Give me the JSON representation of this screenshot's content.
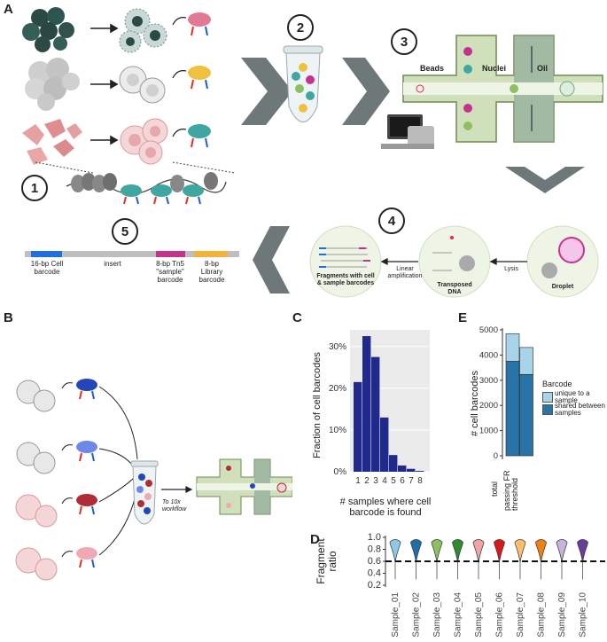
{
  "panels": {
    "A": "A",
    "B": "B",
    "C": "C",
    "D": "D",
    "E": "E"
  },
  "steps": [
    "1",
    "2",
    "3",
    "4",
    "5"
  ],
  "channel_labels": {
    "beads": "Beads",
    "nuclei": "Nuclei",
    "oil": "Oil"
  },
  "step4_labels": {
    "fragments": "Fragments with cell & sample barcodes",
    "linear": "Linear amplification",
    "transposed": "Transposed DNA",
    "lysis": "Lysis",
    "droplet": "Droplet"
  },
  "read_segments": {
    "cell_barcode": "16-bp Cell barcode",
    "insert": "insert",
    "tn5": "8-bp Tn5 \"sample\" barcode",
    "library": "8-bp Library barcode"
  },
  "workflow_label": "To 10x workflow",
  "colors": {
    "cell_barcode": "#1e6fe0",
    "tn5": "#c4338e",
    "library": "#f2b13a",
    "hist_bar": "#1f2a8c",
    "unique": "#a9d3e8",
    "shared": "#2873a8"
  },
  "chart_data": [
    {
      "type": "bar",
      "categories": [
        "1",
        "2",
        "3",
        "4",
        "5",
        "6",
        "7",
        "8"
      ],
      "values": [
        21.5,
        32.5,
        27.5,
        13,
        4,
        1.5,
        0.7,
        0.2
      ],
      "ylabel": "Fraction of cell barcodes",
      "xlabel": "# samples where cell barcode is found",
      "yticks": [
        "0%",
        "10%",
        "20%",
        "30%"
      ],
      "ylim": [
        0,
        34
      ],
      "grid": true
    },
    {
      "type": "bar",
      "stacked": true,
      "categories": [
        "total",
        "passing FR threshold"
      ],
      "series": [
        {
          "name": "shared between samples",
          "values": [
            3750,
            3230
          ]
        },
        {
          "name": "unique to a sample",
          "values": [
            1100,
            1070
          ]
        }
      ],
      "ylabel": "# cell barcodes",
      "yticks": [
        "0",
        "1000",
        "2000",
        "3000",
        "4000",
        "5000"
      ],
      "ylim": [
        0,
        5000
      ],
      "legend_title": "Barcode",
      "legend_position": "right"
    },
    {
      "type": "violin",
      "categories": [
        "Sample_01",
        "Sample_02",
        "Sample_03",
        "Sample_04",
        "Sample_05",
        "Sample_06",
        "Sample_07",
        "Sample_08",
        "Sample_09",
        "Sample_10"
      ],
      "colors": [
        "#8ecae6",
        "#1f6ea8",
        "#8cc063",
        "#2e8b2e",
        "#f2a3a3",
        "#d7191c",
        "#fdbf6f",
        "#f07f14",
        "#c9b3d9",
        "#6a3d9a"
      ],
      "ylabel": "Fragment ratio",
      "yticks": [
        "0.2",
        "0.4",
        "0.6",
        "0.8",
        "1.0"
      ],
      "ylim": [
        0.2,
        1.0
      ],
      "threshold": 0.6
    }
  ]
}
